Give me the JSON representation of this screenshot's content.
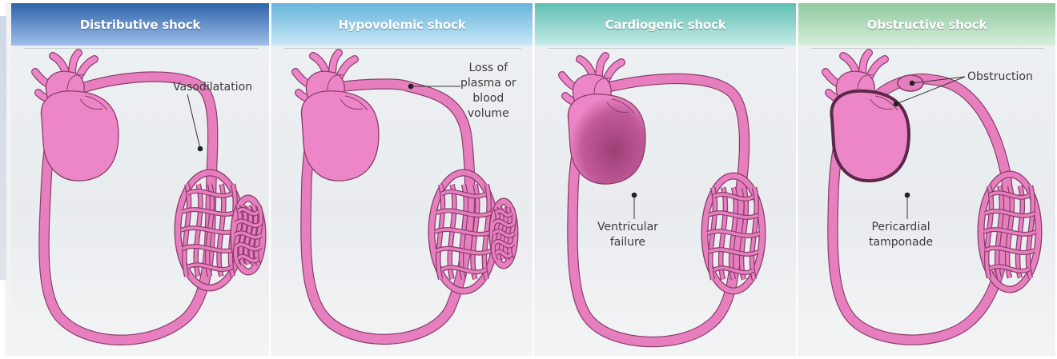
{
  "panels": [
    {
      "title": "Distributive shock",
      "header_colors": [
        "#2f62a8",
        "#9fc0ea"
      ],
      "annotations": [
        "Vasodilatation"
      ]
    },
    {
      "title": "Hypovolemic shock",
      "header_colors": [
        "#67b4dc",
        "#c8e8f6"
      ],
      "annotations": [
        "Loss of\nplasma or\nblood\nvolume"
      ]
    },
    {
      "title": "Cardiogenic shock",
      "header_colors": [
        "#5fbfb4",
        "#c7ebe6"
      ],
      "annotations": [
        "Ventricular\nfailure"
      ]
    },
    {
      "title": "Obstructive shock",
      "header_colors": [
        "#8fc99e",
        "#d8eedb"
      ],
      "annotations": [
        "Obstruction",
        "Pericardial\ntamponade"
      ]
    }
  ],
  "colors": {
    "vessel": "#e77fbf",
    "vessel_outline": "#8a3d6c",
    "heart": "#ec86c6",
    "failure_shading": "#9c3f77",
    "leader_line": "#333333"
  },
  "icons": [
    "heart-icon",
    "capillary-bed-icon"
  ]
}
